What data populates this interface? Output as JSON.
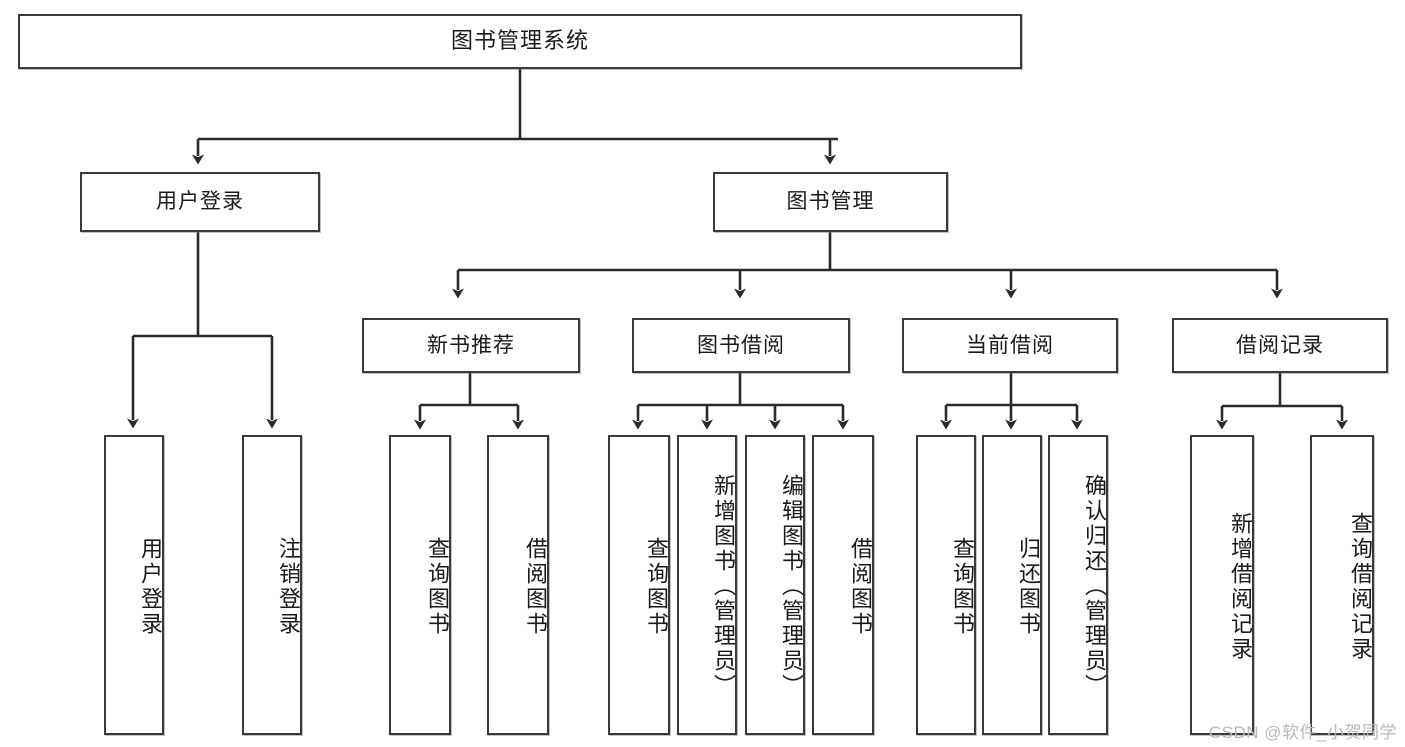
{
  "diagram": {
    "title": "图书管理系统",
    "type": "tree",
    "orientation": "top-down",
    "colors": {
      "background": "#ffffff",
      "box_border": "#3a3a3a",
      "box_fill": "#ffffff",
      "connector": "#2b2b2b",
      "watermark": "#b9b9b9"
    },
    "root": {
      "label": "图书管理系统"
    },
    "level2": [
      {
        "label": "用户登录"
      },
      {
        "label": "图书管理"
      }
    ],
    "level3": [
      {
        "label": "新书推荐"
      },
      {
        "label": "图书借阅"
      },
      {
        "label": "当前借阅"
      },
      {
        "label": "借阅记录"
      }
    ],
    "leaves": {
      "user_login": [
        {
          "label": "用户登录"
        },
        {
          "label": "注销登录"
        }
      ],
      "new_book_recommend": [
        {
          "label": "查询图书"
        },
        {
          "label": "借阅图书"
        }
      ],
      "book_borrow": [
        {
          "label": "查询图书"
        },
        {
          "label": "新增图书（管理员）"
        },
        {
          "label": "编辑图书（管理员）"
        },
        {
          "label": "借阅图书"
        }
      ],
      "current_borrow": [
        {
          "label": "查询图书"
        },
        {
          "label": "归还图书"
        },
        {
          "label": "确认归还（管理员）"
        }
      ],
      "borrow_record": [
        {
          "label": "新增借阅记录"
        },
        {
          "label": "查询借阅记录"
        }
      ]
    },
    "watermark": "CSDN @软件_小贺同学"
  }
}
